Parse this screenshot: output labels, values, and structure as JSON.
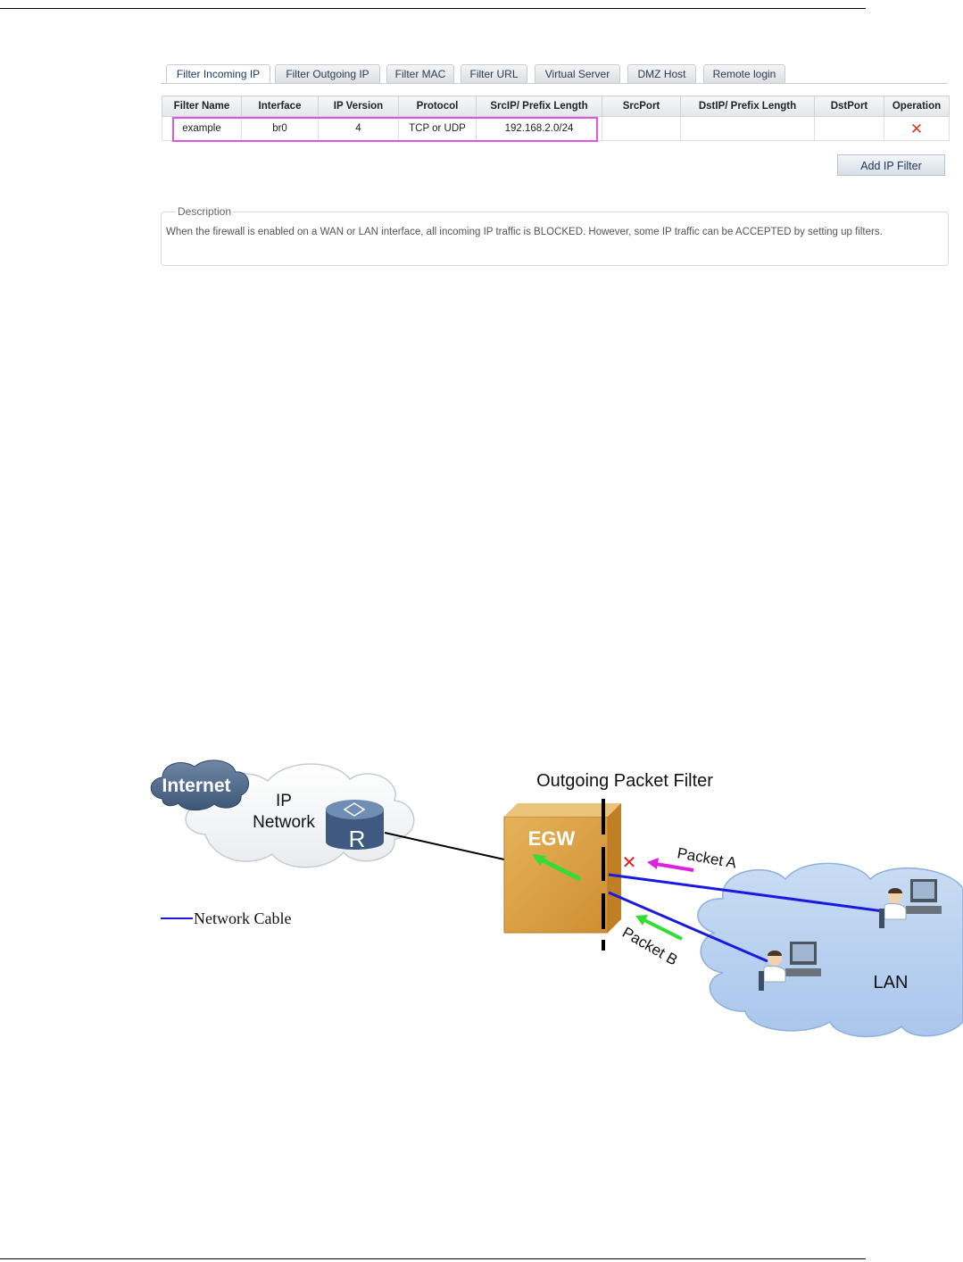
{
  "tabs": [
    "Filter Incoming IP",
    "Filter Outgoing IP",
    "Filter MAC",
    "Filter URL",
    "Virtual Server",
    "DMZ Host",
    "Remote login"
  ],
  "table": {
    "headers": [
      "Filter Name",
      "Interface",
      "IP Version",
      "Protocol",
      "SrcIP/ Prefix Length",
      "SrcPort",
      "DstIP/ Prefix Length",
      "DstPort",
      "Operation"
    ],
    "rows": [
      {
        "name": "example",
        "interface": "br0",
        "ip_version": "4",
        "protocol": "TCP or UDP",
        "src_ip": "192.168.2.0/24",
        "src_port": "",
        "dst_ip": "",
        "dst_port": "",
        "operation_icon": "delete-x-icon"
      }
    ]
  },
  "add_button": "Add IP Filter",
  "description": {
    "legend": "Description",
    "text": "When the firewall is enabled on a WAN or LAN interface, all incoming IP traffic is BLOCKED. However, some IP traffic can be ACCEPTED by setting up filters."
  },
  "diagram": {
    "internet": "Internet",
    "ip_network_line1": "IP",
    "ip_network_line2": "Network",
    "router_letter": "R",
    "title": "Outgoing Packet Filter",
    "egw": "EGW",
    "packet_a": "Packet A",
    "packet_b": "Packet B",
    "lan": "LAN",
    "legend": "Network Cable"
  },
  "colors": {
    "accent_highlight": "#e055e0",
    "cable": "#1a1adf",
    "packet_a": "#e020e0",
    "packet_b": "#33dd33",
    "delete": "#d63b1f"
  }
}
